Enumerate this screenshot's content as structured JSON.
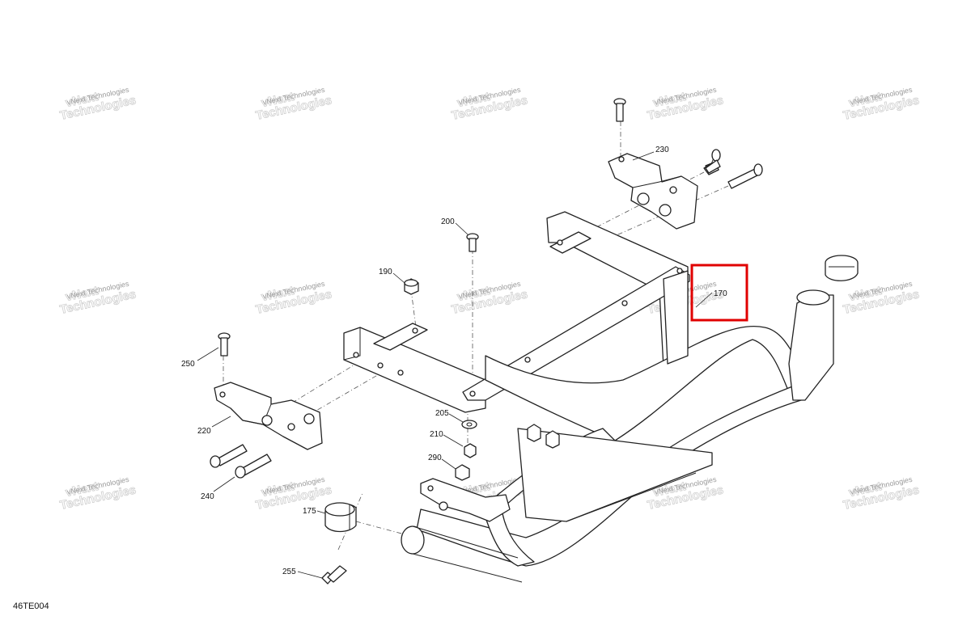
{
  "diagram": {
    "drawing_code": "46TE004",
    "watermark_line1": "vNext",
    "watermark_line2": "Technologies",
    "watermark_text": "vNext Technologies",
    "highlight_color": "#e00000",
    "callouts": {
      "c230": "230",
      "c200": "200",
      "c190": "190",
      "c170": "170",
      "c250": "250",
      "c220": "220",
      "c240": "240",
      "c205": "205",
      "c210": "210",
      "c290": "290",
      "c175": "175",
      "c255": "255"
    }
  }
}
